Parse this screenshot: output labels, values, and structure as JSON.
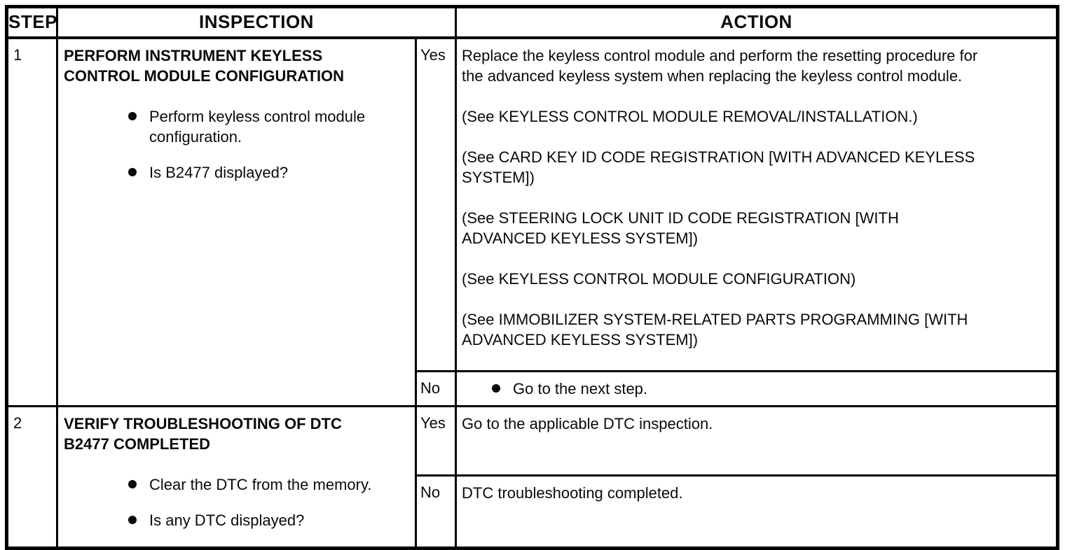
{
  "table": {
    "headers": {
      "step": "STEP",
      "inspection": "INSPECTION",
      "action": "ACTION"
    },
    "steps": [
      {
        "number": "1",
        "inspection": {
          "title": "PERFORM INSTRUMENT KEYLESS\nCONTROL MODULE CONFIGURATION",
          "bullets": [
            "Perform keyless control module\nconfiguration.",
            "Is B2477 displayed?"
          ]
        },
        "yes": {
          "label": "Yes",
          "paragraphs": [
            "Replace the keyless control module and perform the resetting procedure for\nthe advanced keyless system when replacing the keyless control module.",
            "(See KEYLESS CONTROL MODULE REMOVAL/INSTALLATION.)",
            "(See CARD KEY ID CODE REGISTRATION [WITH ADVANCED KEYLESS\nSYSTEM])",
            "(See STEERING LOCK UNIT ID CODE REGISTRATION [WITH\nADVANCED KEYLESS SYSTEM])",
            "(See KEYLESS CONTROL MODULE CONFIGURATION)",
            "(See IMMOBILIZER SYSTEM-RELATED PARTS PROGRAMMING [WITH\nADVANCED KEYLESS SYSTEM])"
          ]
        },
        "no": {
          "label": "No",
          "bullets": [
            "Go to the next step."
          ]
        }
      },
      {
        "number": "2",
        "inspection": {
          "title": "VERIFY TROUBLESHOOTING OF DTC\nB2477 COMPLETED",
          "bullets": [
            "Clear the DTC from the memory.",
            "Is any DTC displayed?"
          ]
        },
        "yes": {
          "label": "Yes",
          "text": "Go to the applicable DTC inspection."
        },
        "no": {
          "label": "No",
          "text": "DTC troubleshooting completed."
        }
      }
    ]
  }
}
